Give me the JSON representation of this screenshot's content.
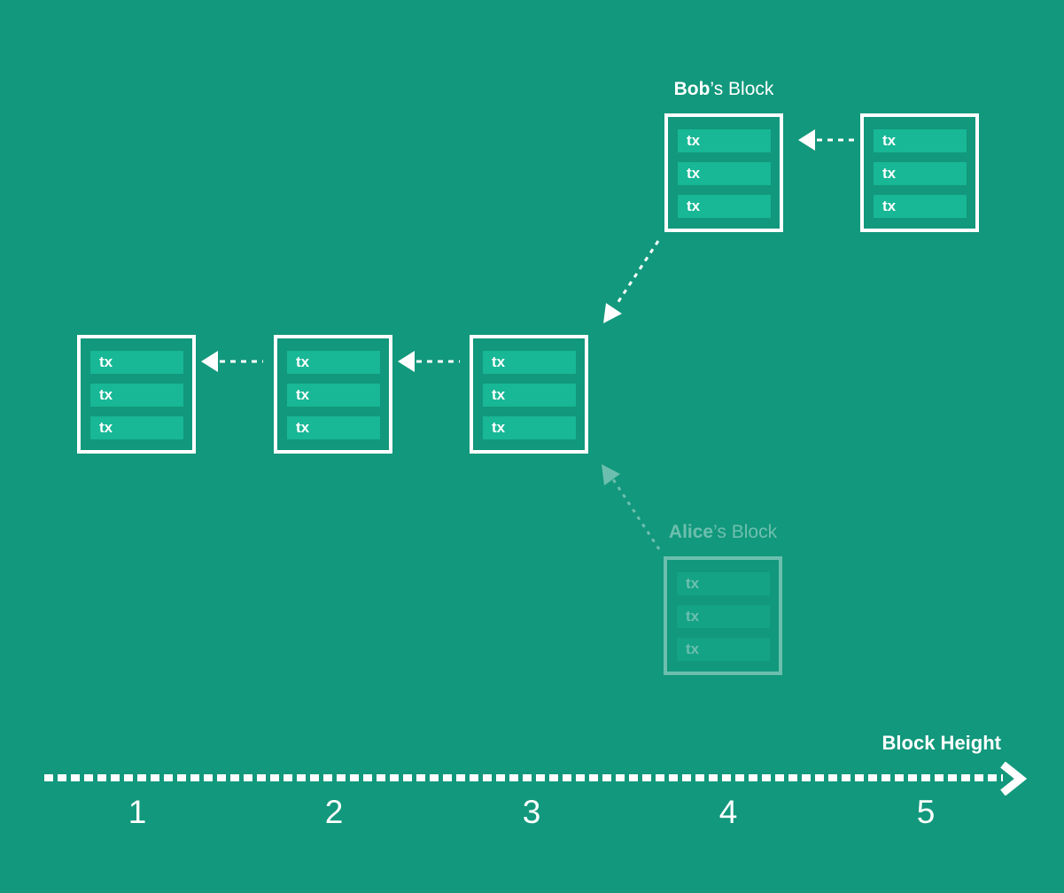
{
  "palette": {
    "background": "#12987C",
    "tx_bar": "#18B795",
    "foreground": "#FFFFFF"
  },
  "bob": {
    "name": "Bob",
    "suffix": "’s Block",
    "tx": [
      "tx",
      "tx",
      "tx"
    ]
  },
  "alice": {
    "name": "Alice",
    "suffix": "’s Block",
    "tx": [
      "tx",
      "tx",
      "tx"
    ]
  },
  "height5_block": {
    "tx": [
      "tx",
      "tx",
      "tx"
    ]
  },
  "chain_blocks": [
    {
      "tx": [
        "tx",
        "tx",
        "tx"
      ]
    },
    {
      "tx": [
        "tx",
        "tx",
        "tx"
      ]
    },
    {
      "tx": [
        "tx",
        "tx",
        "tx"
      ]
    }
  ],
  "axis": {
    "label": "Block Height",
    "ticks": [
      "1",
      "2",
      "3",
      "4",
      "5"
    ]
  }
}
